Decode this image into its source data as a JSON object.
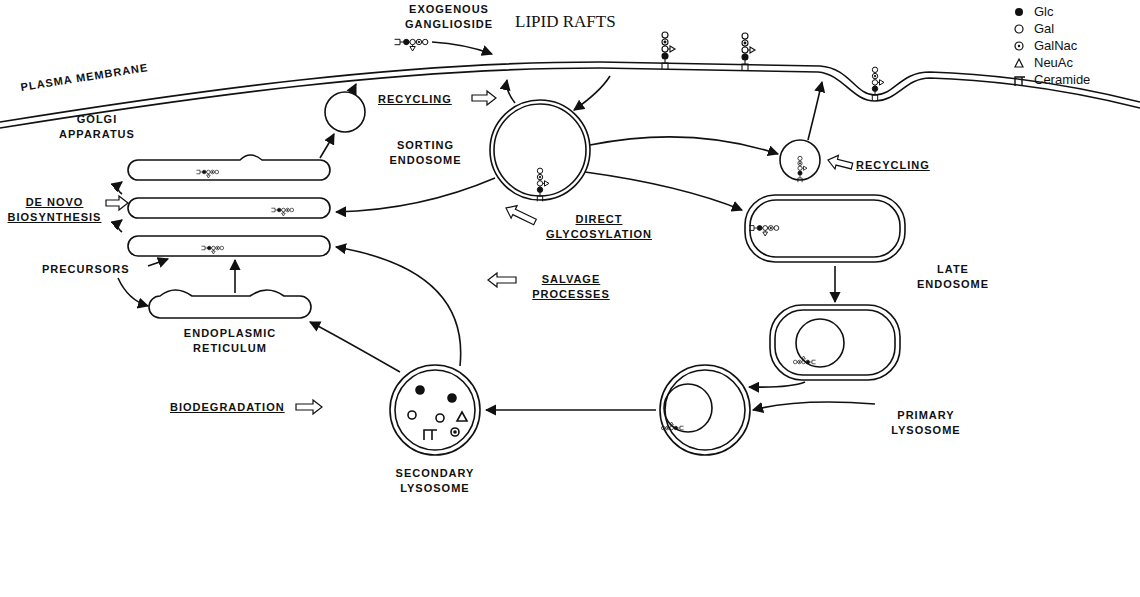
{
  "diagram": {
    "labels": [
      "EXOGENOUS GANGLIOSIDE",
      "LIPID RAFTS",
      "PLASMA MEMBRANE",
      "RECYCLING",
      "SORTING ENDOSOME",
      "RECYCLING",
      "GOLGI APPARATUS",
      "DE NOVO BIOSYNTHESIS",
      "DIRECT GLYCOSYLATION",
      "PRECURSORS",
      "SALVAGE PROCESSES",
      "LATE ENDOSOME",
      "ENDOPLASMIC RETICULUM",
      "PRIMARY LYSOSOME",
      "BIODEGRADATION",
      "SECONDARY LYSOSOME"
    ],
    "legend": [
      {
        "text": "Glc"
      },
      {
        "text": "Gal"
      },
      {
        "text": "GalNac"
      },
      {
        "text": "NeuAc"
      },
      {
        "text": "Ceramide"
      }
    ]
  }
}
